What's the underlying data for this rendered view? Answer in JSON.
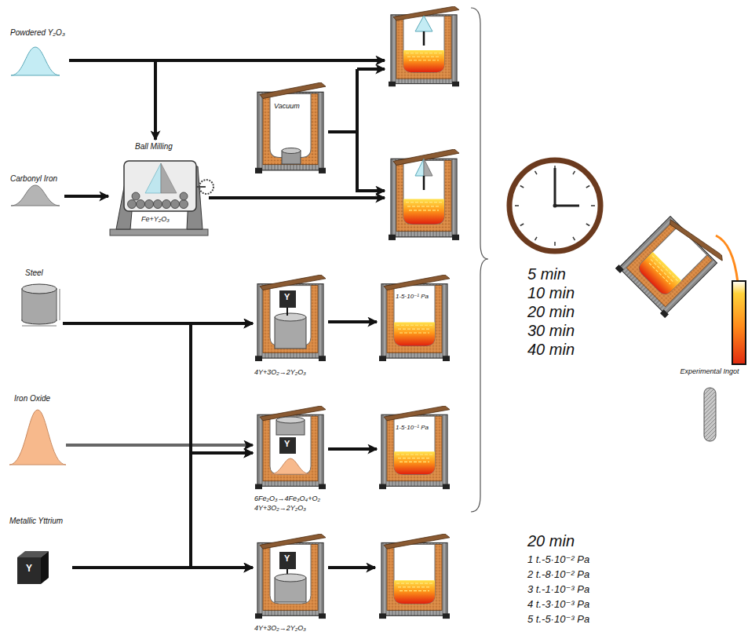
{
  "diagram": {
    "nodes": [
      {
        "text": [
          "Powdered Y₂O₃"
        ]
      },
      {
        "text": [
          "Carbonyl Iron"
        ]
      },
      {
        "text": [
          "Ball Milling",
          "Fe+Y₂O₃"
        ]
      },
      {
        "text": [
          "Vacuum"
        ]
      },
      {
        "text": [
          "Steel"
        ]
      },
      {
        "text": [
          "Iron Oxide"
        ]
      },
      {
        "text": [
          "Metallic Yttrium",
          "Y"
        ]
      },
      {
        "text": [
          "Y",
          "4Y+3O₂→2Y₂O₃"
        ]
      },
      {
        "text": [
          "1-5·10⁻¹ Pa"
        ]
      },
      {
        "text": [
          "Y",
          "6Fe₂O₃→4Fe₃O₄+O₂",
          "4Y+3O₂→2Y₂O₃"
        ]
      },
      {
        "text": [
          "1-5·10⁻¹ Pa"
        ]
      },
      {
        "text": [
          "Y",
          "4Y+3O₂→2Y₂O₃"
        ]
      },
      {
        "text": [
          "Experimental Ingot"
        ]
      }
    ],
    "edges": [
      {
        "from": 0,
        "to": 2,
        "arrow": "to"
      },
      {
        "from": 1,
        "to": 2,
        "arrow": "to"
      },
      {
        "from": 4,
        "to": 7,
        "arrow": "to"
      },
      {
        "from": 6,
        "to": 7,
        "arrow": "to"
      },
      {
        "from": 4,
        "to": 9,
        "arrow": "to"
      },
      {
        "from": 5,
        "to": 9,
        "arrow": "to"
      },
      {
        "from": 6,
        "to": 9,
        "arrow": "to"
      },
      {
        "from": 4,
        "to": 11,
        "arrow": "to"
      },
      {
        "from": 6,
        "to": 11,
        "arrow": "to"
      },
      {
        "from": 7,
        "to": 8,
        "arrow": "to"
      },
      {
        "from": 9,
        "to": 10,
        "arrow": "to"
      }
    ],
    "labels": [
      "5 min",
      "10 min",
      "20 min",
      "30 min",
      "40 min",
      "20 min",
      "1 t.-5·10⁻² Pa",
      "2 t.-8·10⁻² Pa",
      "3 t.-1·10⁻³ Pa",
      "4 t.-3·10⁻³ Pa",
      "5 t.-5·10⁻³ Pa"
    ]
  }
}
